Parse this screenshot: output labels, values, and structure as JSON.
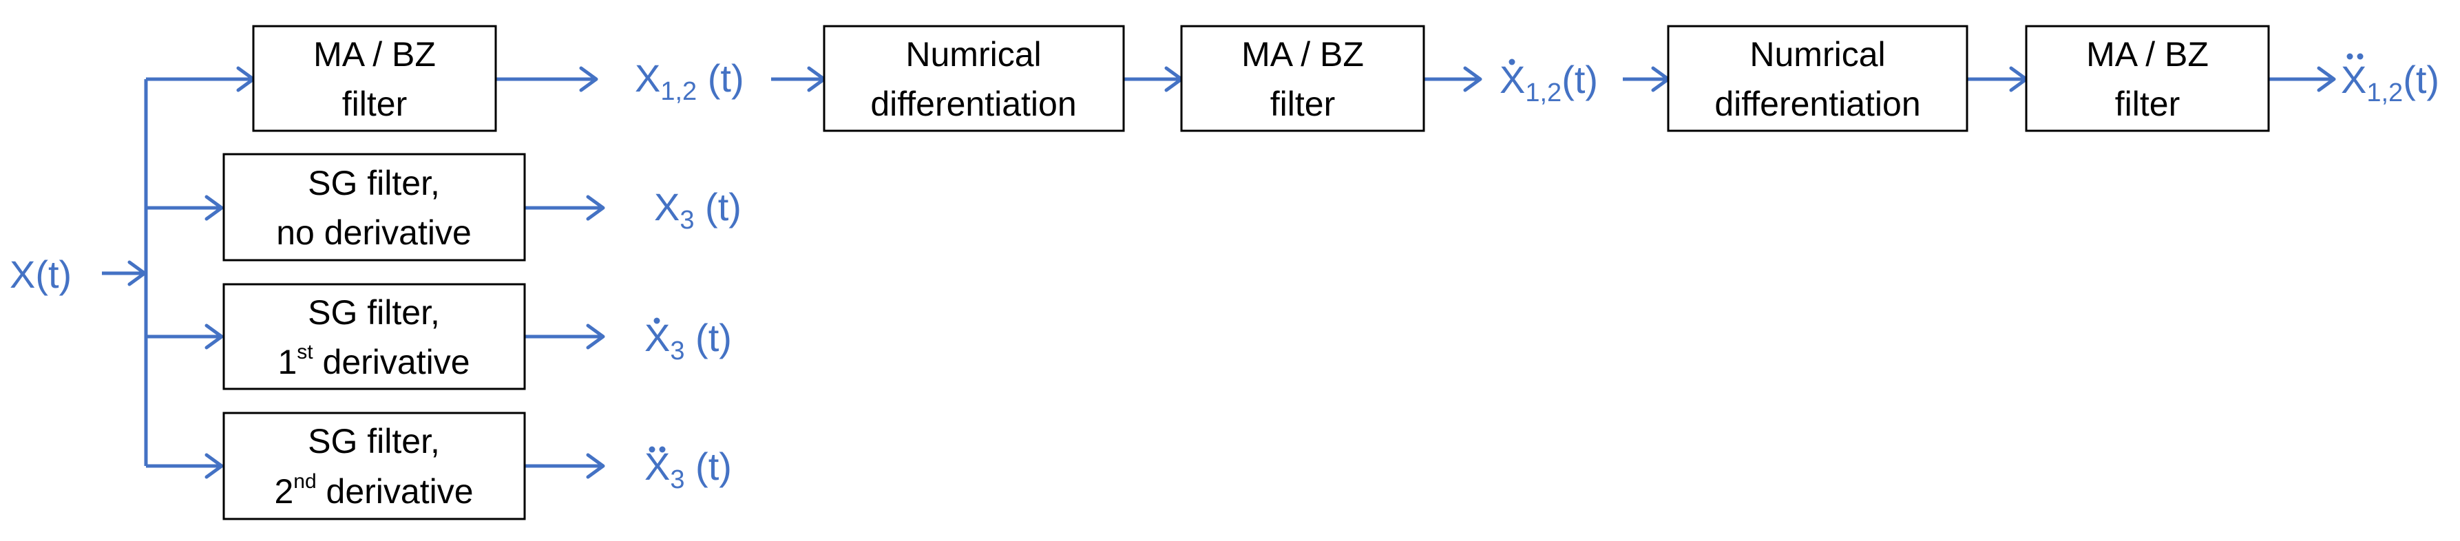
{
  "colors": {
    "signal": "#4472c4",
    "box_stroke": "#000000",
    "box_text": "#000000",
    "background": "#ffffff"
  },
  "input": {
    "label": "X(t)"
  },
  "boxes": {
    "ma_bz_1": {
      "line1": "MA / BZ",
      "line2": "filter"
    },
    "sg_0": {
      "line1": "SG filter,",
      "line2": "no derivative"
    },
    "sg_1": {
      "line1": "SG filter,",
      "line2_num": "1",
      "line2_sup": "st",
      "line2_rest": " derivative"
    },
    "sg_2": {
      "line1": "SG filter,",
      "line2_num": "2",
      "line2_sup": "nd",
      "line2_rest": " derivative"
    },
    "diff_1": {
      "line1": "Numrical",
      "line2": "differentiation"
    },
    "ma_bz_2": {
      "line1": "MA / BZ",
      "line2": "filter"
    },
    "diff_2": {
      "line1": "Numrical",
      "line2": "differentiation"
    },
    "ma_bz_3": {
      "line1": "MA / BZ",
      "line2": "filter"
    }
  },
  "outputs": {
    "x12": {
      "base": "X",
      "sub": "1,2",
      "arg": " (t)"
    },
    "x3": {
      "base": "X",
      "sub": "3",
      "arg": " (t)"
    },
    "x3_dot": {
      "base": "X",
      "sub": "3",
      "arg": " (t)",
      "dots": 1
    },
    "x3_ddot": {
      "base": "X",
      "sub": "3",
      "arg": " (t)",
      "dots": 2
    },
    "x12_dot": {
      "base": "X",
      "sub": "1,2",
      "arg": "(t)",
      "dots": 1
    },
    "x12_ddot": {
      "base": "X",
      "sub": "1,2",
      "arg": "(t)",
      "dots": 2
    }
  }
}
